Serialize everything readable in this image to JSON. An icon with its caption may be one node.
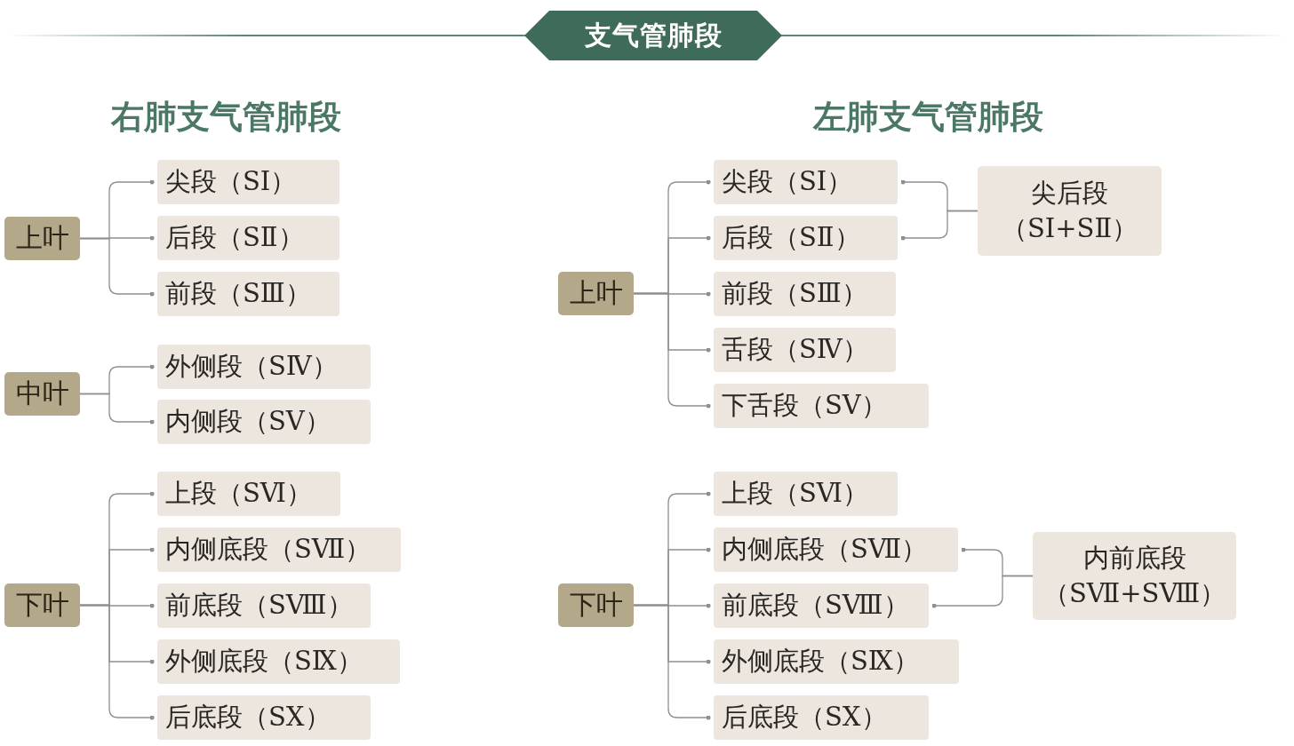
{
  "diagram": {
    "title": "支气管肺段",
    "nodes": [
      {
        "text": [
          "上叶"
        ]
      },
      {
        "text": [
          "尖段（SⅠ）"
        ]
      },
      {
        "text": [
          "后段（SⅡ）"
        ]
      },
      {
        "text": [
          "前段（SⅢ）"
        ]
      },
      {
        "text": [
          "中叶"
        ]
      },
      {
        "text": [
          "外侧段（SⅣ）"
        ]
      },
      {
        "text": [
          "内侧段（SⅤ）"
        ]
      },
      {
        "text": [
          "下叶"
        ]
      },
      {
        "text": [
          "上段（SⅥ）"
        ]
      },
      {
        "text": [
          "内侧底段（SⅦ）"
        ]
      },
      {
        "text": [
          "前底段（SⅧ）"
        ]
      },
      {
        "text": [
          "外侧底段（SⅨ）"
        ]
      },
      {
        "text": [
          "后底段（SⅩ）"
        ]
      },
      {
        "text": [
          "上叶"
        ]
      },
      {
        "text": [
          "尖段（SⅠ）"
        ]
      },
      {
        "text": [
          "后段（SⅡ）"
        ]
      },
      {
        "text": [
          "前段（SⅢ）"
        ]
      },
      {
        "text": [
          "舌段（SⅣ）"
        ]
      },
      {
        "text": [
          "下舌段（SⅤ）"
        ]
      },
      {
        "text": [
          "尖后段",
          "（SⅠ+SⅡ）"
        ]
      },
      {
        "text": [
          "下叶"
        ]
      },
      {
        "text": [
          "上段（SⅥ）"
        ]
      },
      {
        "text": [
          "内侧底段（SⅦ）"
        ]
      },
      {
        "text": [
          "前底段（SⅧ）"
        ]
      },
      {
        "text": [
          "外侧底段（SⅨ）"
        ]
      },
      {
        "text": [
          "后底段（SⅩ）"
        ]
      },
      {
        "text": [
          "内前底段",
          "（SⅦ+SⅧ）"
        ]
      }
    ],
    "edges": [
      {
        "from": 0,
        "to": 1,
        "arrow": "other"
      },
      {
        "from": 0,
        "to": 2,
        "arrow": "other"
      },
      {
        "from": 0,
        "to": 3,
        "arrow": "other"
      },
      {
        "from": 4,
        "to": 5,
        "arrow": "other"
      },
      {
        "from": 4,
        "to": 6,
        "arrow": "other"
      },
      {
        "from": 7,
        "to": 8,
        "arrow": "other"
      },
      {
        "from": 7,
        "to": 9,
        "arrow": "other"
      },
      {
        "from": 7,
        "to": 10,
        "arrow": "other"
      },
      {
        "from": 7,
        "to": 11,
        "arrow": "other"
      },
      {
        "from": 7,
        "to": 12,
        "arrow": "other"
      },
      {
        "from": 13,
        "to": 14,
        "arrow": "other"
      },
      {
        "from": 13,
        "to": 15,
        "arrow": "other"
      },
      {
        "from": 13,
        "to": 16,
        "arrow": "other"
      },
      {
        "from": 13,
        "to": 17,
        "arrow": "other"
      },
      {
        "from": 13,
        "to": 18,
        "arrow": "other"
      },
      {
        "from": 19,
        "to": 14,
        "arrow": "other"
      },
      {
        "from": 19,
        "to": 15,
        "arrow": "other"
      },
      {
        "from": 20,
        "to": 21,
        "arrow": "other"
      },
      {
        "from": 20,
        "to": 22,
        "arrow": "other"
      },
      {
        "from": 20,
        "to": 23,
        "arrow": "other"
      },
      {
        "from": 20,
        "to": 24,
        "arrow": "other"
      },
      {
        "from": 20,
        "to": 25,
        "arrow": "other"
      },
      {
        "from": 26,
        "to": 22,
        "arrow": "other"
      },
      {
        "from": 26,
        "to": 23,
        "arrow": "other"
      }
    ],
    "labels": [
      "右肺支气管肺段",
      "左肺支气管肺段"
    ]
  }
}
